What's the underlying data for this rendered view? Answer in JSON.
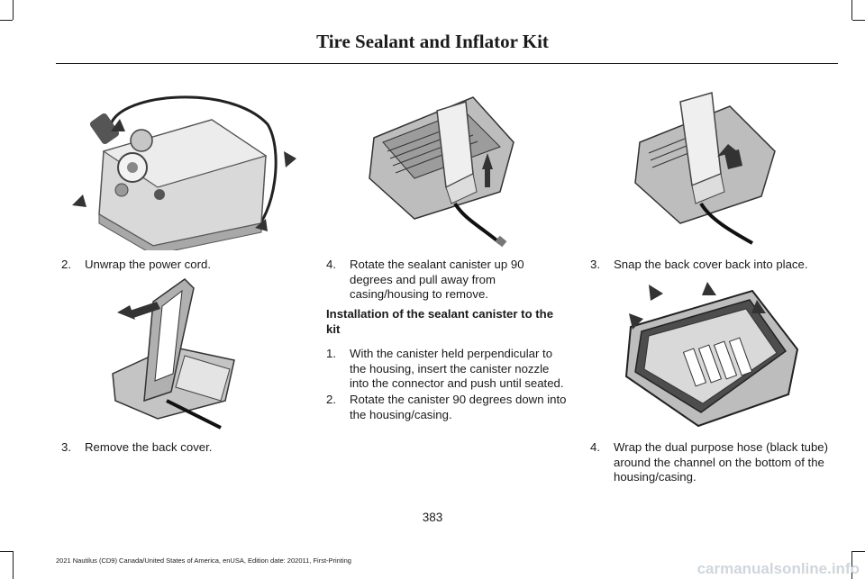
{
  "header": {
    "title": "Tire Sealant and Inflator Kit"
  },
  "column1": {
    "step2": {
      "num": "2.",
      "text": "Unwrap the power cord."
    },
    "step3": {
      "num": "3.",
      "text": "Remove the back cover."
    }
  },
  "column2": {
    "step4": {
      "num": "4.",
      "text": "Rotate the sealant canister up 90 degrees and pull away from casing/housing to remove."
    },
    "section_heading": "Installation of the sealant canister to the kit",
    "install_step1": {
      "num": "1.",
      "text": "With the canister held perpendicular to the housing, insert the canister nozzle into the connector and push until seated."
    },
    "install_step2": {
      "num": "2.",
      "text": "Rotate the canister 90 degrees down into the housing/casing."
    }
  },
  "column3": {
    "step3": {
      "num": "3.",
      "text": "Snap the back cover back into place."
    },
    "step4": {
      "num": "4.",
      "text": "Wrap the dual purpose hose (black tube) around the channel on the bottom of the housing/casing."
    }
  },
  "page_number": "383",
  "footer": "2021 Nautilus (CD9) Canada/United States of America, enUSA, Edition date: 202011, First-Printing",
  "watermark": "carmanualsonline.info"
}
